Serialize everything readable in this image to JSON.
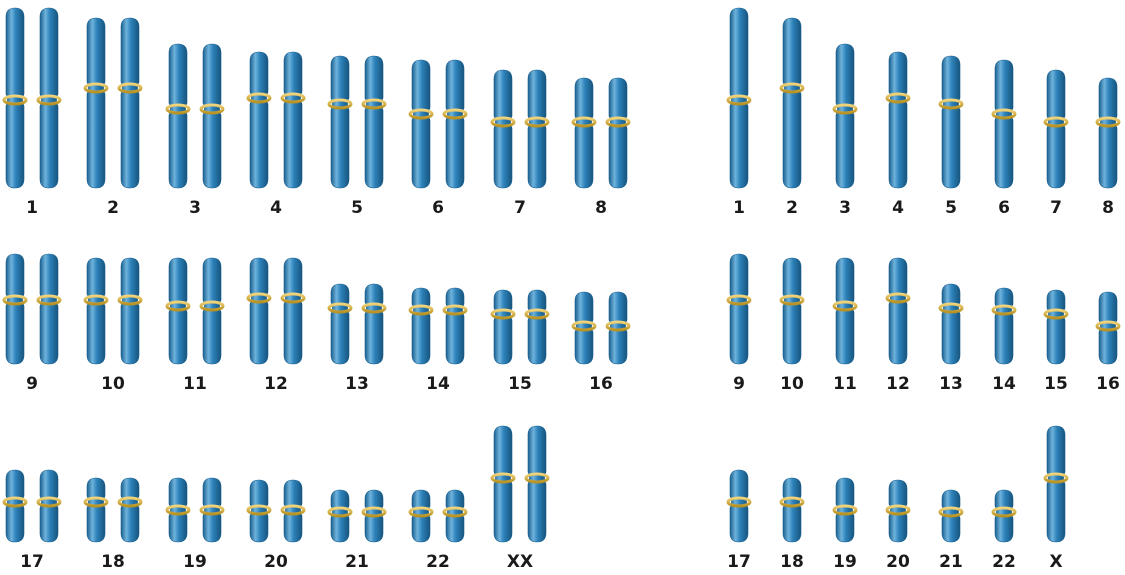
{
  "colors": {
    "chromatid": "#2d82ba",
    "chromatid_dark": "#1a5f8e",
    "chromatid_light": "#6fb3dc",
    "centromere": "#d9b441",
    "label": "#1a1a1a"
  },
  "panels": [
    {
      "name": "diploid",
      "rows": [
        [
          {
            "label": "1",
            "copies": 2
          },
          {
            "label": "2",
            "copies": 2
          },
          {
            "label": "3",
            "copies": 2
          },
          {
            "label": "4",
            "copies": 2
          },
          {
            "label": "5",
            "copies": 2
          },
          {
            "label": "6",
            "copies": 2
          },
          {
            "label": "7",
            "copies": 2
          },
          {
            "label": "8",
            "copies": 2
          }
        ],
        [
          {
            "label": "9",
            "copies": 2
          },
          {
            "label": "10",
            "copies": 2
          },
          {
            "label": "11",
            "copies": 2
          },
          {
            "label": "12",
            "copies": 2
          },
          {
            "label": "13",
            "copies": 2
          },
          {
            "label": "14",
            "copies": 2
          },
          {
            "label": "15",
            "copies": 2
          },
          {
            "label": "16",
            "copies": 2
          }
        ],
        [
          {
            "label": "17",
            "copies": 2
          },
          {
            "label": "18",
            "copies": 2
          },
          {
            "label": "19",
            "copies": 2
          },
          {
            "label": "20",
            "copies": 2
          },
          {
            "label": "21",
            "copies": 2
          },
          {
            "label": "22",
            "copies": 2
          },
          {
            "label": "XX",
            "copies": 2
          }
        ]
      ]
    },
    {
      "name": "haploid",
      "rows": [
        [
          {
            "label": "1",
            "copies": 1
          },
          {
            "label": "2",
            "copies": 1
          },
          {
            "label": "3",
            "copies": 1
          },
          {
            "label": "4",
            "copies": 1
          },
          {
            "label": "5",
            "copies": 1
          },
          {
            "label": "6",
            "copies": 1
          },
          {
            "label": "7",
            "copies": 1
          },
          {
            "label": "8",
            "copies": 1
          }
        ],
        [
          {
            "label": "9",
            "copies": 1
          },
          {
            "label": "10",
            "copies": 1
          },
          {
            "label": "11",
            "copies": 1
          },
          {
            "label": "12",
            "copies": 1
          },
          {
            "label": "13",
            "copies": 1
          },
          {
            "label": "14",
            "copies": 1
          },
          {
            "label": "15",
            "copies": 1
          },
          {
            "label": "16",
            "copies": 1
          }
        ],
        [
          {
            "label": "17",
            "copies": 1
          },
          {
            "label": "18",
            "copies": 1
          },
          {
            "label": "19",
            "copies": 1
          },
          {
            "label": "20",
            "copies": 1
          },
          {
            "label": "21",
            "copies": 1
          },
          {
            "label": "22",
            "copies": 1
          },
          {
            "label": "X",
            "copies": 1
          }
        ]
      ]
    }
  ]
}
